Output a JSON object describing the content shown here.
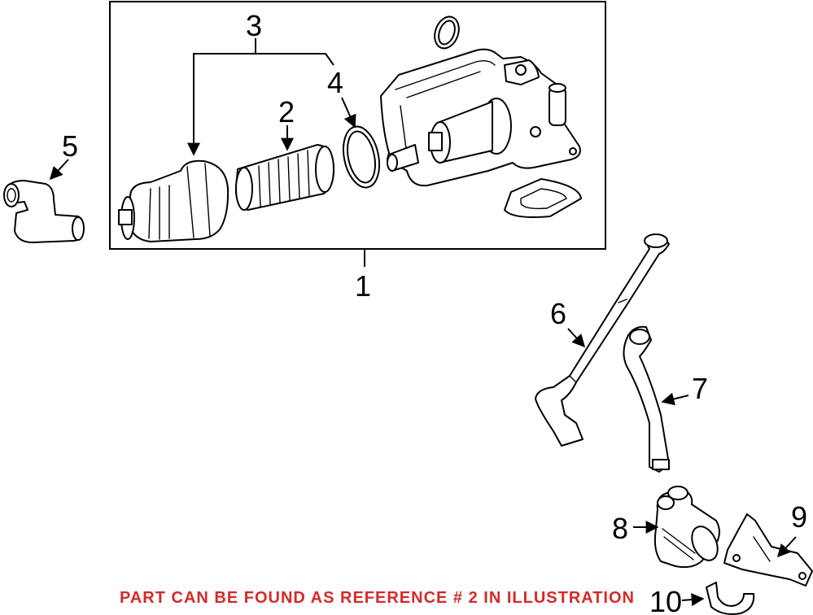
{
  "callouts": {
    "c1": "1",
    "c2": "2",
    "c3": "3",
    "c4": "4",
    "c5": "5",
    "c6": "6",
    "c7": "7",
    "c8": "8",
    "c9": "9",
    "c10": "10"
  },
  "notice": "PART CAN BE FOUND AS REFERENCE # 2 IN ILLUSTRATION",
  "colors": {
    "notice": "#d42a2a",
    "line": "#000000",
    "background": "#ffffff"
  }
}
